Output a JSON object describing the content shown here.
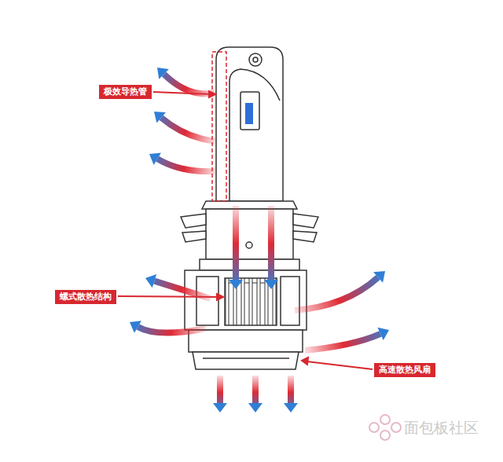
{
  "diagram": {
    "nodes": [
      {
        "text": [
          "极效导热管"
        ]
      },
      {
        "text": [
          "螺式散热结构"
        ]
      },
      {
        "text": [
          "高速散热风扇"
        ]
      }
    ],
    "labels": [
      "面包板社区"
    ]
  }
}
